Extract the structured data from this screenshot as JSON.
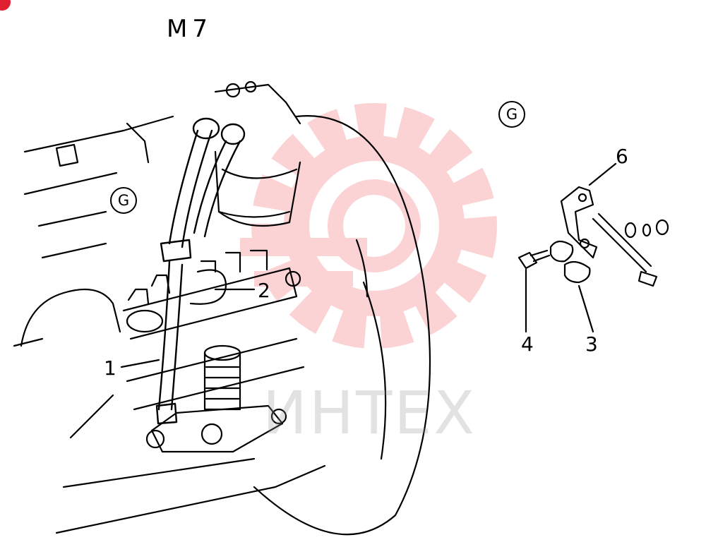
{
  "diagram": {
    "title": "M7",
    "callouts": {
      "c1": "1",
      "c2": "2",
      "c3": "3",
      "c4": "4",
      "c6": "6"
    },
    "view_marker_left": "G",
    "view_marker_right": "G"
  },
  "watermark": {
    "text": "ИНТЕХ",
    "color": "#f03c46",
    "logo_icon": "gear-logo-icon"
  },
  "corner_badge_color": "#e02030"
}
